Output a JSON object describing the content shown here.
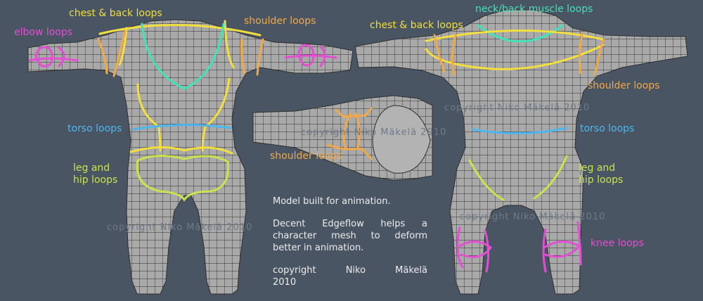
{
  "labels": {
    "chest_back_left": "chest & back loops",
    "shoulder_left": "shoulder loops",
    "elbow": "elbow loops",
    "torso_left": "torso loops",
    "leg_hip_left_1": "leg and",
    "leg_hip_left_2": "hip loops",
    "shoulder_center": "shoulder loops",
    "neck_back": "neck/back muscle loops",
    "chest_back_right": "chest & back loops",
    "shoulder_right": "shoulder loops",
    "torso_right": "torso loops",
    "leg_hip_right_1": "leg and",
    "leg_hip_right_2": "hip loops",
    "knee": "knee loops"
  },
  "notes": {
    "line1": "Model built for animation.",
    "para2_line1": "Decent Edgeflow helps a",
    "para2_line2": "character mesh to deform",
    "para2_line3": "better in animation.",
    "copyright_line1": "copyright Niko Mäkelä",
    "copyright_line2": "2010"
  },
  "watermarks": {
    "left": "copyright Niko Mäkelä 2010",
    "center": "copyright Niko Mäkelä 2010",
    "right_top": "copyright Niko Mäkelä 2010",
    "right_bottom": "copyright Niko Mäkelä 2010"
  },
  "colors": {
    "background": "#495563",
    "mesh": "#a9a9a9",
    "wire": "#2f2f2f",
    "yellow": "#f2de3c",
    "orange": "#f0a94a",
    "magenta": "#e24fd2",
    "teal": "#44e0b8",
    "blue": "#4cb6ee",
    "lime": "#c8e34e"
  }
}
